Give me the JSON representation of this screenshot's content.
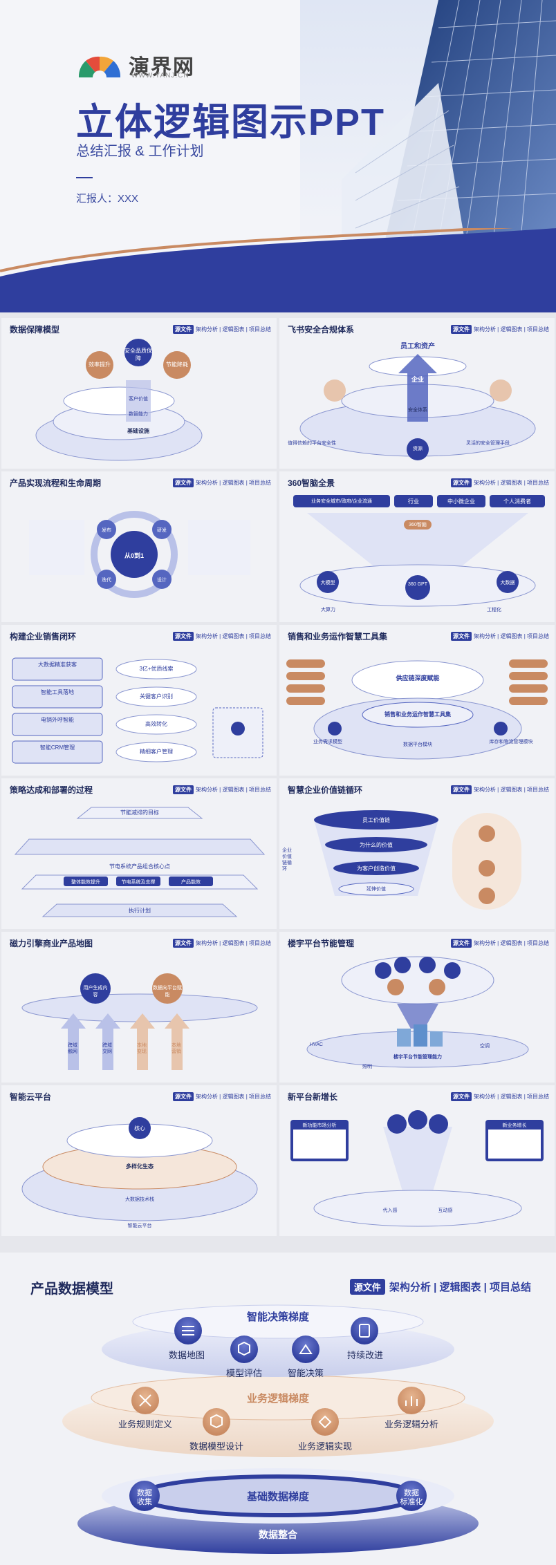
{
  "cover": {
    "logo_text": "演界网",
    "logo_url": "WWW.YANJ.CN",
    "title": "立体逻辑图示PPT",
    "subtitle": "总结汇报 & 工作计划",
    "reporter": "汇报人：XXX"
  },
  "tag": {
    "badge": "源文件",
    "text": "架构分析 | 逻辑图表 | 项目总结"
  },
  "slides": [
    {
      "title": "数据保障模型"
    },
    {
      "title": "飞书安全合规体系"
    },
    {
      "title": "产品实现流程和生命周期"
    },
    {
      "title": "360智脑全景"
    },
    {
      "title": "构建企业销售闭环"
    },
    {
      "title": "销售和业务运作智慧工具集"
    },
    {
      "title": "策略达成和部署的过程"
    },
    {
      "title": "智慧企业价值链循环"
    },
    {
      "title": "磁力引擎商业产品地图"
    },
    {
      "title": "楼宇平台节能管理"
    },
    {
      "title": "智能云平台"
    },
    {
      "title": "新平台新增长"
    }
  ],
  "mini": {
    "s1": {
      "a": "效率提升",
      "b": "安全品质保障",
      "c": "节能降耗",
      "d": "客户价值",
      "e": "数智能力",
      "f": "基础设施"
    },
    "s2": {
      "a": "员工和资产",
      "b": "企业",
      "c": "安全体系",
      "d": "资源",
      "e": "值得信赖的平台安全性",
      "f": "灵活的安全管理手段"
    },
    "s3": {
      "a": "从0到1",
      "b": "发布",
      "c": "研发",
      "d": "设计",
      "e": "迭代"
    },
    "s4": {
      "a": "业务安全城市/政府/企业流通",
      "b": "行业",
      "c": "中小微企业",
      "d": "个人消费者",
      "e": "360智脑",
      "f": "360 GPT",
      "g": "大模型",
      "h": "大数据",
      "i": "大算力",
      "j": "工程化"
    },
    "s5": {
      "a": "大数据精准获客",
      "b": "智能工具落地",
      "c": "电销外呼智能",
      "d": "智能CRM管理",
      "e": "3亿+优质线索",
      "f": "关键客户识别",
      "g": "高效转化",
      "h": "精细客户管理"
    },
    "s6": {
      "a": "供应链深度赋能",
      "b": "销售和业务运作智慧工具集",
      "c": "数据平台模块",
      "d": "业务需求模型",
      "e": "库存和物流管理模块"
    },
    "s7": {
      "a": "节能减排的目标",
      "b": "节电系统产品组合核心点",
      "c": "整体能效提升",
      "d": "节电系统及支撑",
      "e": "产品能效",
      "f": "执行计划"
    },
    "s8": {
      "a": "员工价值链",
      "b": "为什么的价值",
      "c": "为客户创造价值",
      "d": "延伸价值",
      "e": "企业价值链循环"
    },
    "s9": {
      "a": "用户生成内容",
      "b": "数据向平台赋能",
      "c": "跨域触网",
      "d": "跨域交网",
      "e": "本地变现",
      "f": "本地营销"
    },
    "s10": {
      "a": "楼宇平台节能管理能力",
      "b": "HVAC",
      "c": "照明",
      "d": "空调"
    },
    "s11": {
      "a": "核心",
      "b": "多样化生态",
      "c": "大数据技术栈",
      "d": "智能云平台"
    },
    "s12": {
      "a": "新功能市场分析",
      "b": "新业务增长",
      "c": "代入感",
      "d": "互动感"
    }
  },
  "big": {
    "title": "产品数据模型",
    "badge": "源文件",
    "tag_text": "架构分析 | 逻辑图表 | 项目总结",
    "tier1": "智能决策梯度",
    "tier2": "业务逻辑梯度",
    "tier3": "基础数据梯度",
    "t1_items": [
      "数据地图",
      "模型评估",
      "智能决策",
      "持续改进"
    ],
    "t2_items": [
      "业务规则定义",
      "数据模型设计",
      "业务逻辑实现",
      "业务逻辑分析"
    ],
    "t3_left": "数据\n收集",
    "t3_right": "数据\n标准化",
    "t3_bottom": "数据整合"
  },
  "colors": {
    "primary": "#2f3e9e",
    "accent": "#c98a62",
    "light": "#dfe3f5"
  }
}
